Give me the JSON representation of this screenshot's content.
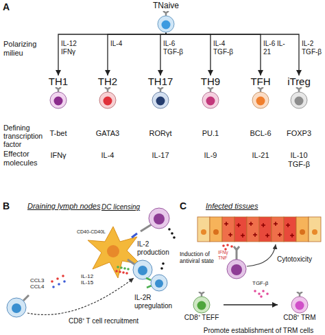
{
  "diagram": {
    "nodes": [
      {
        "text": [
          "TNaive"
        ]
      },
      {
        "text": [
          "TH1"
        ]
      },
      {
        "text": [
          "TH2"
        ]
      },
      {
        "text": [
          "TH17"
        ]
      },
      {
        "text": [
          "TH9"
        ]
      },
      {
        "text": [
          "TFH"
        ]
      },
      {
        "text": [
          "iTreg"
        ]
      },
      {
        "text": [
          "CD8⁺ TEFF"
        ]
      },
      {
        "text": [
          "CD8⁺ TRM"
        ]
      }
    ],
    "edges": [
      {
        "from": 0,
        "to": 1,
        "arrow": "to",
        "label": "IL-12 IFNγ"
      },
      {
        "from": 0,
        "to": 2,
        "arrow": "to",
        "label": "IL-4"
      },
      {
        "from": 0,
        "to": 3,
        "arrow": "to",
        "label": "IL-6 TGF-β"
      },
      {
        "from": 0,
        "to": 4,
        "arrow": "to",
        "label": "IL-4 TGF-β"
      },
      {
        "from": 0,
        "to": 5,
        "arrow": "to",
        "label": "IL-6 IL-21"
      },
      {
        "from": 0,
        "to": 6,
        "arrow": "to",
        "label": "IL-2 TGF-β"
      },
      {
        "from": 7,
        "to": 8,
        "arrow": "to"
      }
    ],
    "labels": [
      "A",
      "Polarizing milieu",
      "Defining transcription factor",
      "T-bet",
      "GATA3",
      "RORγt",
      "PU.1",
      "BCL-6",
      "FOXP3",
      "Effector molecules",
      "IFNγ",
      "IL-4",
      "IL-17",
      "IL-9",
      "IL-21",
      "IL-10 TGF-β",
      "B",
      "Draining lymph nodes",
      "DC licensing",
      "CD40-CD40L",
      "IL-2 production",
      "IL-12",
      "IL-15",
      "IL-2R upregulation",
      "CCL3",
      "CCL4",
      "CD8⁺ T cell recruitment",
      "C",
      "Infected tissues",
      "Induction of antiviral state",
      "IFNγ",
      "TNF",
      "Cytotoxicity",
      "TGF-β",
      "Promote establishment of TRM cells"
    ]
  }
}
